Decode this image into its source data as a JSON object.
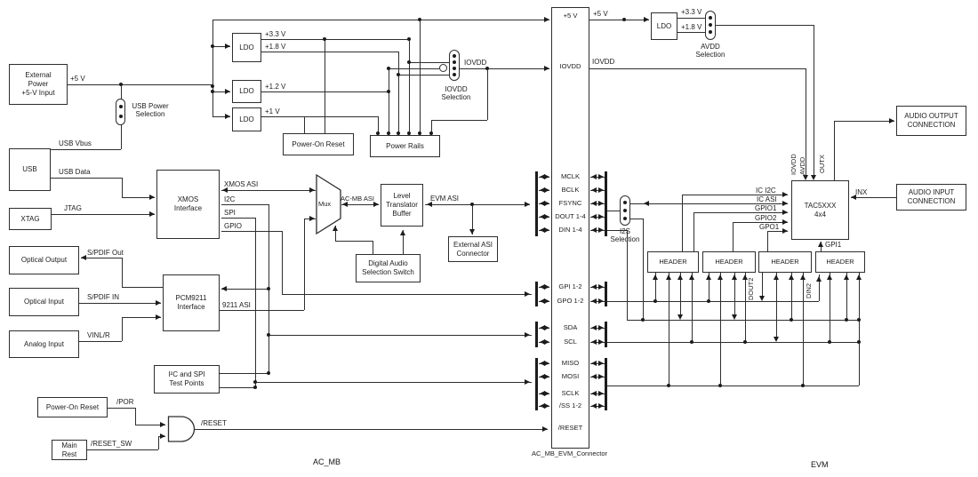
{
  "blocks": {
    "external_power": "External\nPower\n+5-V Input",
    "usb": "USB",
    "xtag": "XTAG",
    "optical_output": "Optical Output",
    "optical_input": "Optical Input",
    "analog_input": "Analog Input",
    "power_on_reset": "Power-On Reset",
    "main_rest": "Main\nRest",
    "xmos": "XMOS\nInterface",
    "pcm": "PCM9211\nInterface",
    "ldo": "LDO",
    "power_rails": "Power Rails",
    "mux": "Mux",
    "level_translator": "Level\nTranslator\nBuffer",
    "dass": "Digital Audio\nSelection Switch",
    "ext_asi": "External ASI\nConnector",
    "test_points": "I²C and SPI\nTest Points",
    "audio_out": "AUDIO OUTPUT\nCONNECTION",
    "audio_in": "AUDIO INPUT\nCONNECTION",
    "tac": "TAC5XXX\n4x4",
    "header": "HEADER"
  },
  "connector": {
    "signals": [
      "+5 V",
      "IOVDD",
      "MCLK",
      "BCLK",
      "FSYNC",
      "DOUT 1-4",
      "DIN 1-4",
      "GPI 1-2",
      "GPO 1-2",
      "SDA",
      "SCL",
      "MISO",
      "MOSI",
      "SCLK",
      "/SS 1-2",
      "/RESET"
    ]
  },
  "wire_labels": {
    "p5v_left": "+5 V",
    "usb_power_sel": "USB Power\nSelection",
    "usb_vbus": "USB Vbus",
    "usb_data": "USB Data",
    "jtag": "JTAG",
    "xmos_asi": "XMOS ASI",
    "i2c": "I2C",
    "spi": "SPI",
    "gpio": "GPIO",
    "spdif_out": "S/PDIF Out",
    "spdif_in": "S/PDIF IN",
    "asi_9211": "9211 ASI",
    "vinlr": "VINL/R",
    "acmb_asi": "AC-MB ASI",
    "evm_asi": "EVM ASI",
    "por": "/POR",
    "reset_sw": "/RESET_SW",
    "reset": "/RESET",
    "v33": "+3.3 V",
    "v18": "+1.8 V",
    "v12": "+1.2 V",
    "v1": "+1 V",
    "iovdd": "IOVDD",
    "iovdd_sel": "IOVDD\nSelection",
    "p5v_right": "+5 V",
    "iovdd_right": "IOVDD",
    "v33_r": "+3.3 V",
    "v18_r": "+1.8 V",
    "avdd_sel": "AVDD\nSelection",
    "i2s_sel": "I2S\nSelection",
    "ic_i2c": "IC I2C",
    "ic_asi": "IC ASI",
    "gpio1": "GPIO1",
    "gpio2": "GPIO2",
    "gpo1": "GPO1",
    "inx": "INX",
    "gpi1": "GPI1",
    "dout2": "DOUT2",
    "din2": "DIN2",
    "iovdd_v": "IOVDD",
    "avdd_v": "AVDD",
    "outx": "OUTX"
  },
  "footer": {
    "ac_mb": "AC_MB",
    "connector_name": "AC_MB_EVM_Connector",
    "evm": "EVM"
  }
}
